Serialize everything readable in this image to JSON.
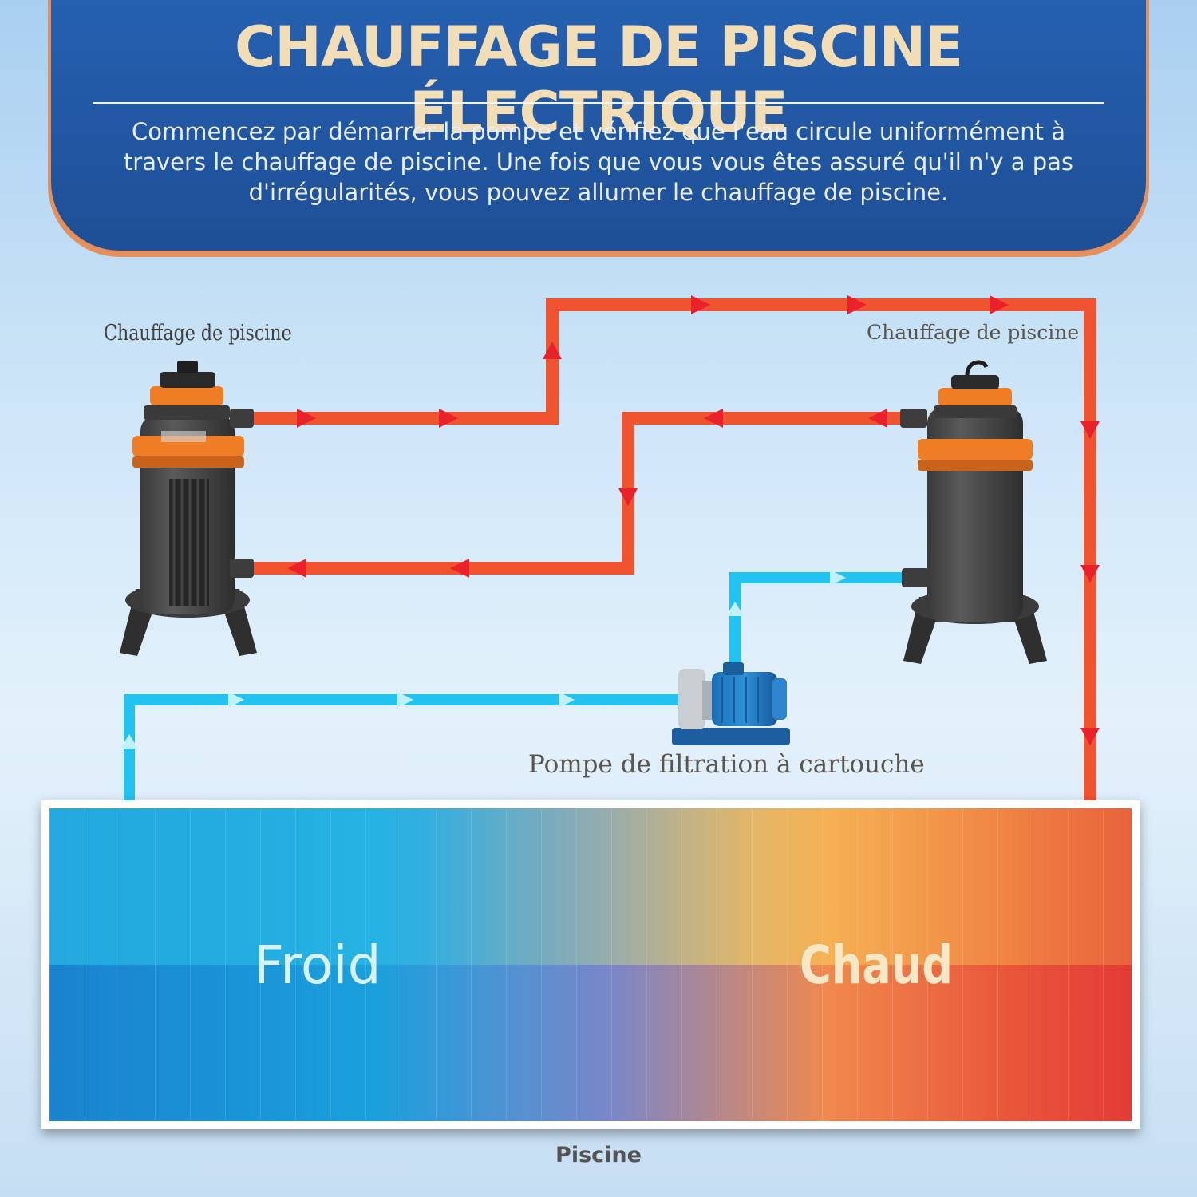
{
  "header": {
    "title": "CHAUFFAGE DE PISCINE ÉLECTRIQUE",
    "instructions": "Commencez par démarrer la pompe et vérifiez que l'eau circule uniformément à travers le chauffage de piscine. Une fois que vous vous êtes assuré qu'il n'y a pas d'irrégularités, vous pouvez allumer le chauffage de piscine."
  },
  "components": {
    "heater_left_label": "Chauffage de piscine",
    "heater_right_label": "Chauffage de piscine",
    "pump_label": "Pompe de filtration à cartouche"
  },
  "pool": {
    "cold_label": "Froid",
    "hot_label": "Chaud",
    "caption": "Piscine"
  },
  "colors": {
    "hot_pipe": "#f0532f",
    "cold_pipe": "#22c3f1",
    "banner": "#2158a6",
    "banner_border": "#e48f5c",
    "title": "#f1deb6"
  }
}
